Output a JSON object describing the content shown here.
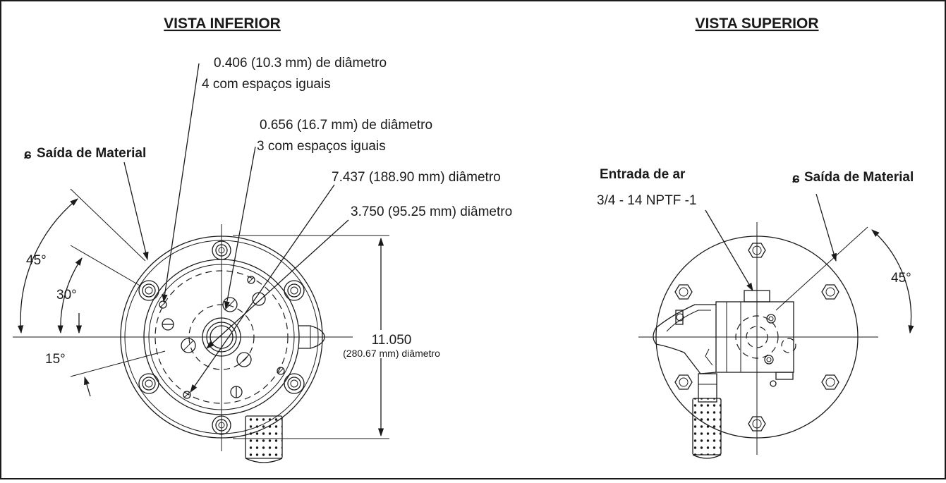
{
  "titles": {
    "bottom_view": "VISTA INFERIOR",
    "top_view": "VISTA SUPERIOR"
  },
  "bottom_view": {
    "centerline_symbol": "ɕ",
    "material_outlet": "Saída de Material",
    "hole_small_dia": "0.406 (10.3 mm) de diâmetro",
    "hole_small_count": "4 com espaços iguais",
    "hole_large_dia": "0.656 (16.7 mm) de diâmetro",
    "hole_large_count": "3 com espaços iguais",
    "bolt_circle_outer": "7.437 (188.90 mm) diâmetro",
    "bolt_circle_inner": "3.750 (95.25 mm) diâmetro",
    "overall_dia_in": "11.050",
    "overall_dia_mm": "(280.67 mm) diâmetro",
    "angle_45": "45°",
    "angle_30": "30°",
    "angle_15": "15°"
  },
  "top_view": {
    "air_inlet": "Entrada de ar",
    "air_inlet_thread": "3/4 - 14 NPTF -1",
    "centerline_symbol": "ɕ",
    "material_outlet": "Saída de Material",
    "angle_45": "45°"
  },
  "colors": {
    "line": "#1a1a1a",
    "background": "#ffffff"
  }
}
